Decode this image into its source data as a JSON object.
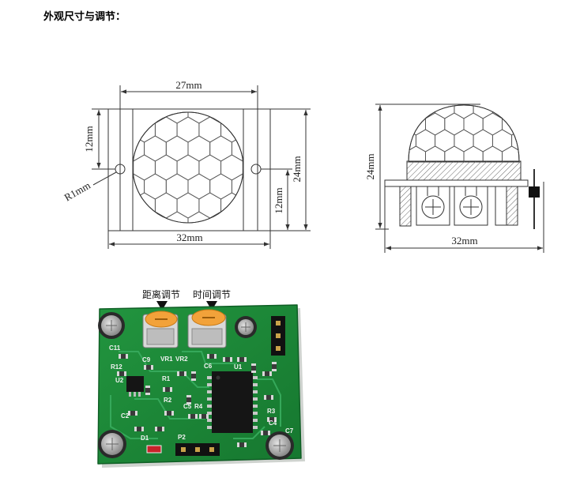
{
  "heading": "外观尺寸与调节：",
  "top_view": {
    "lens_width": "27mm",
    "hole_to_top": "12mm",
    "hole_radius": "R1mm",
    "hole_to_bottom": "12mm",
    "height": "24mm",
    "width": "32mm"
  },
  "side_view": {
    "height": "24mm",
    "width": "32mm"
  },
  "adjust_labels": {
    "distance": "距离调节",
    "time": "时间调节"
  },
  "pcb_labels": {
    "c11": "C11",
    "r12": "R12",
    "c9": "C9",
    "vr1": "VR1",
    "vr2": "VR2",
    "c6": "C6",
    "r1": "R1",
    "u2": "U2",
    "r2": "R2",
    "c5": "C5",
    "r4": "R4",
    "u1": "U1",
    "r3": "R3",
    "c4": "C4",
    "c2": "C2",
    "d1": "D1",
    "p2": "P2",
    "c7": "C7"
  },
  "colors": {
    "line": "#333333",
    "pcb_green": "#1d8a3b",
    "trace_green": "#35a85a",
    "pot_orange": "#f2a23a",
    "chip_black": "#151515"
  }
}
